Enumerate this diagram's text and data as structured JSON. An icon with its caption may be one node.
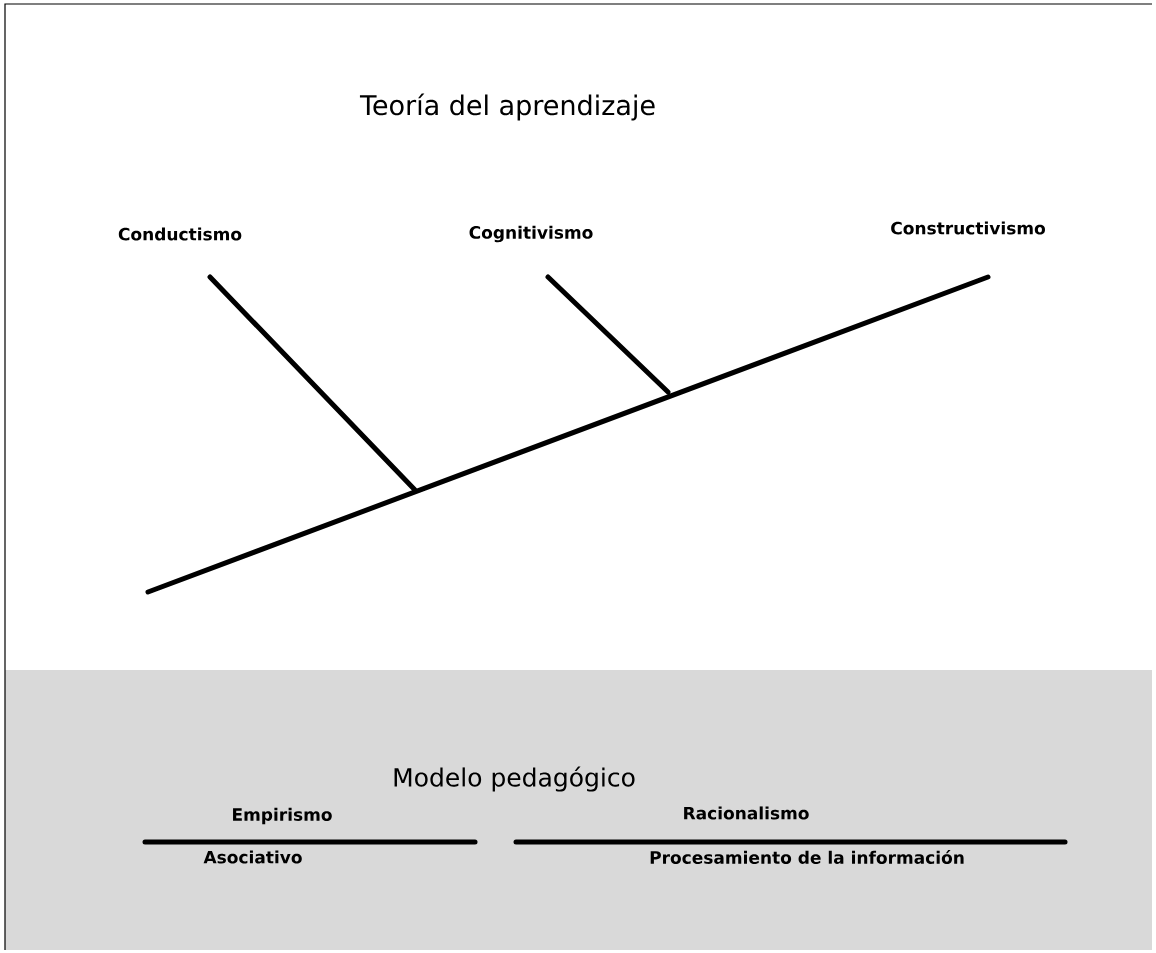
{
  "diagram": {
    "title": "Teoría del aprendizaje",
    "labels": [
      "Conductismo",
      "Cognitivismo",
      "Constructivismo",
      "Modelo pedagógico",
      "Empirismo",
      "Racionalismo",
      "Asociativo",
      "Procesamiento de la información"
    ]
  }
}
